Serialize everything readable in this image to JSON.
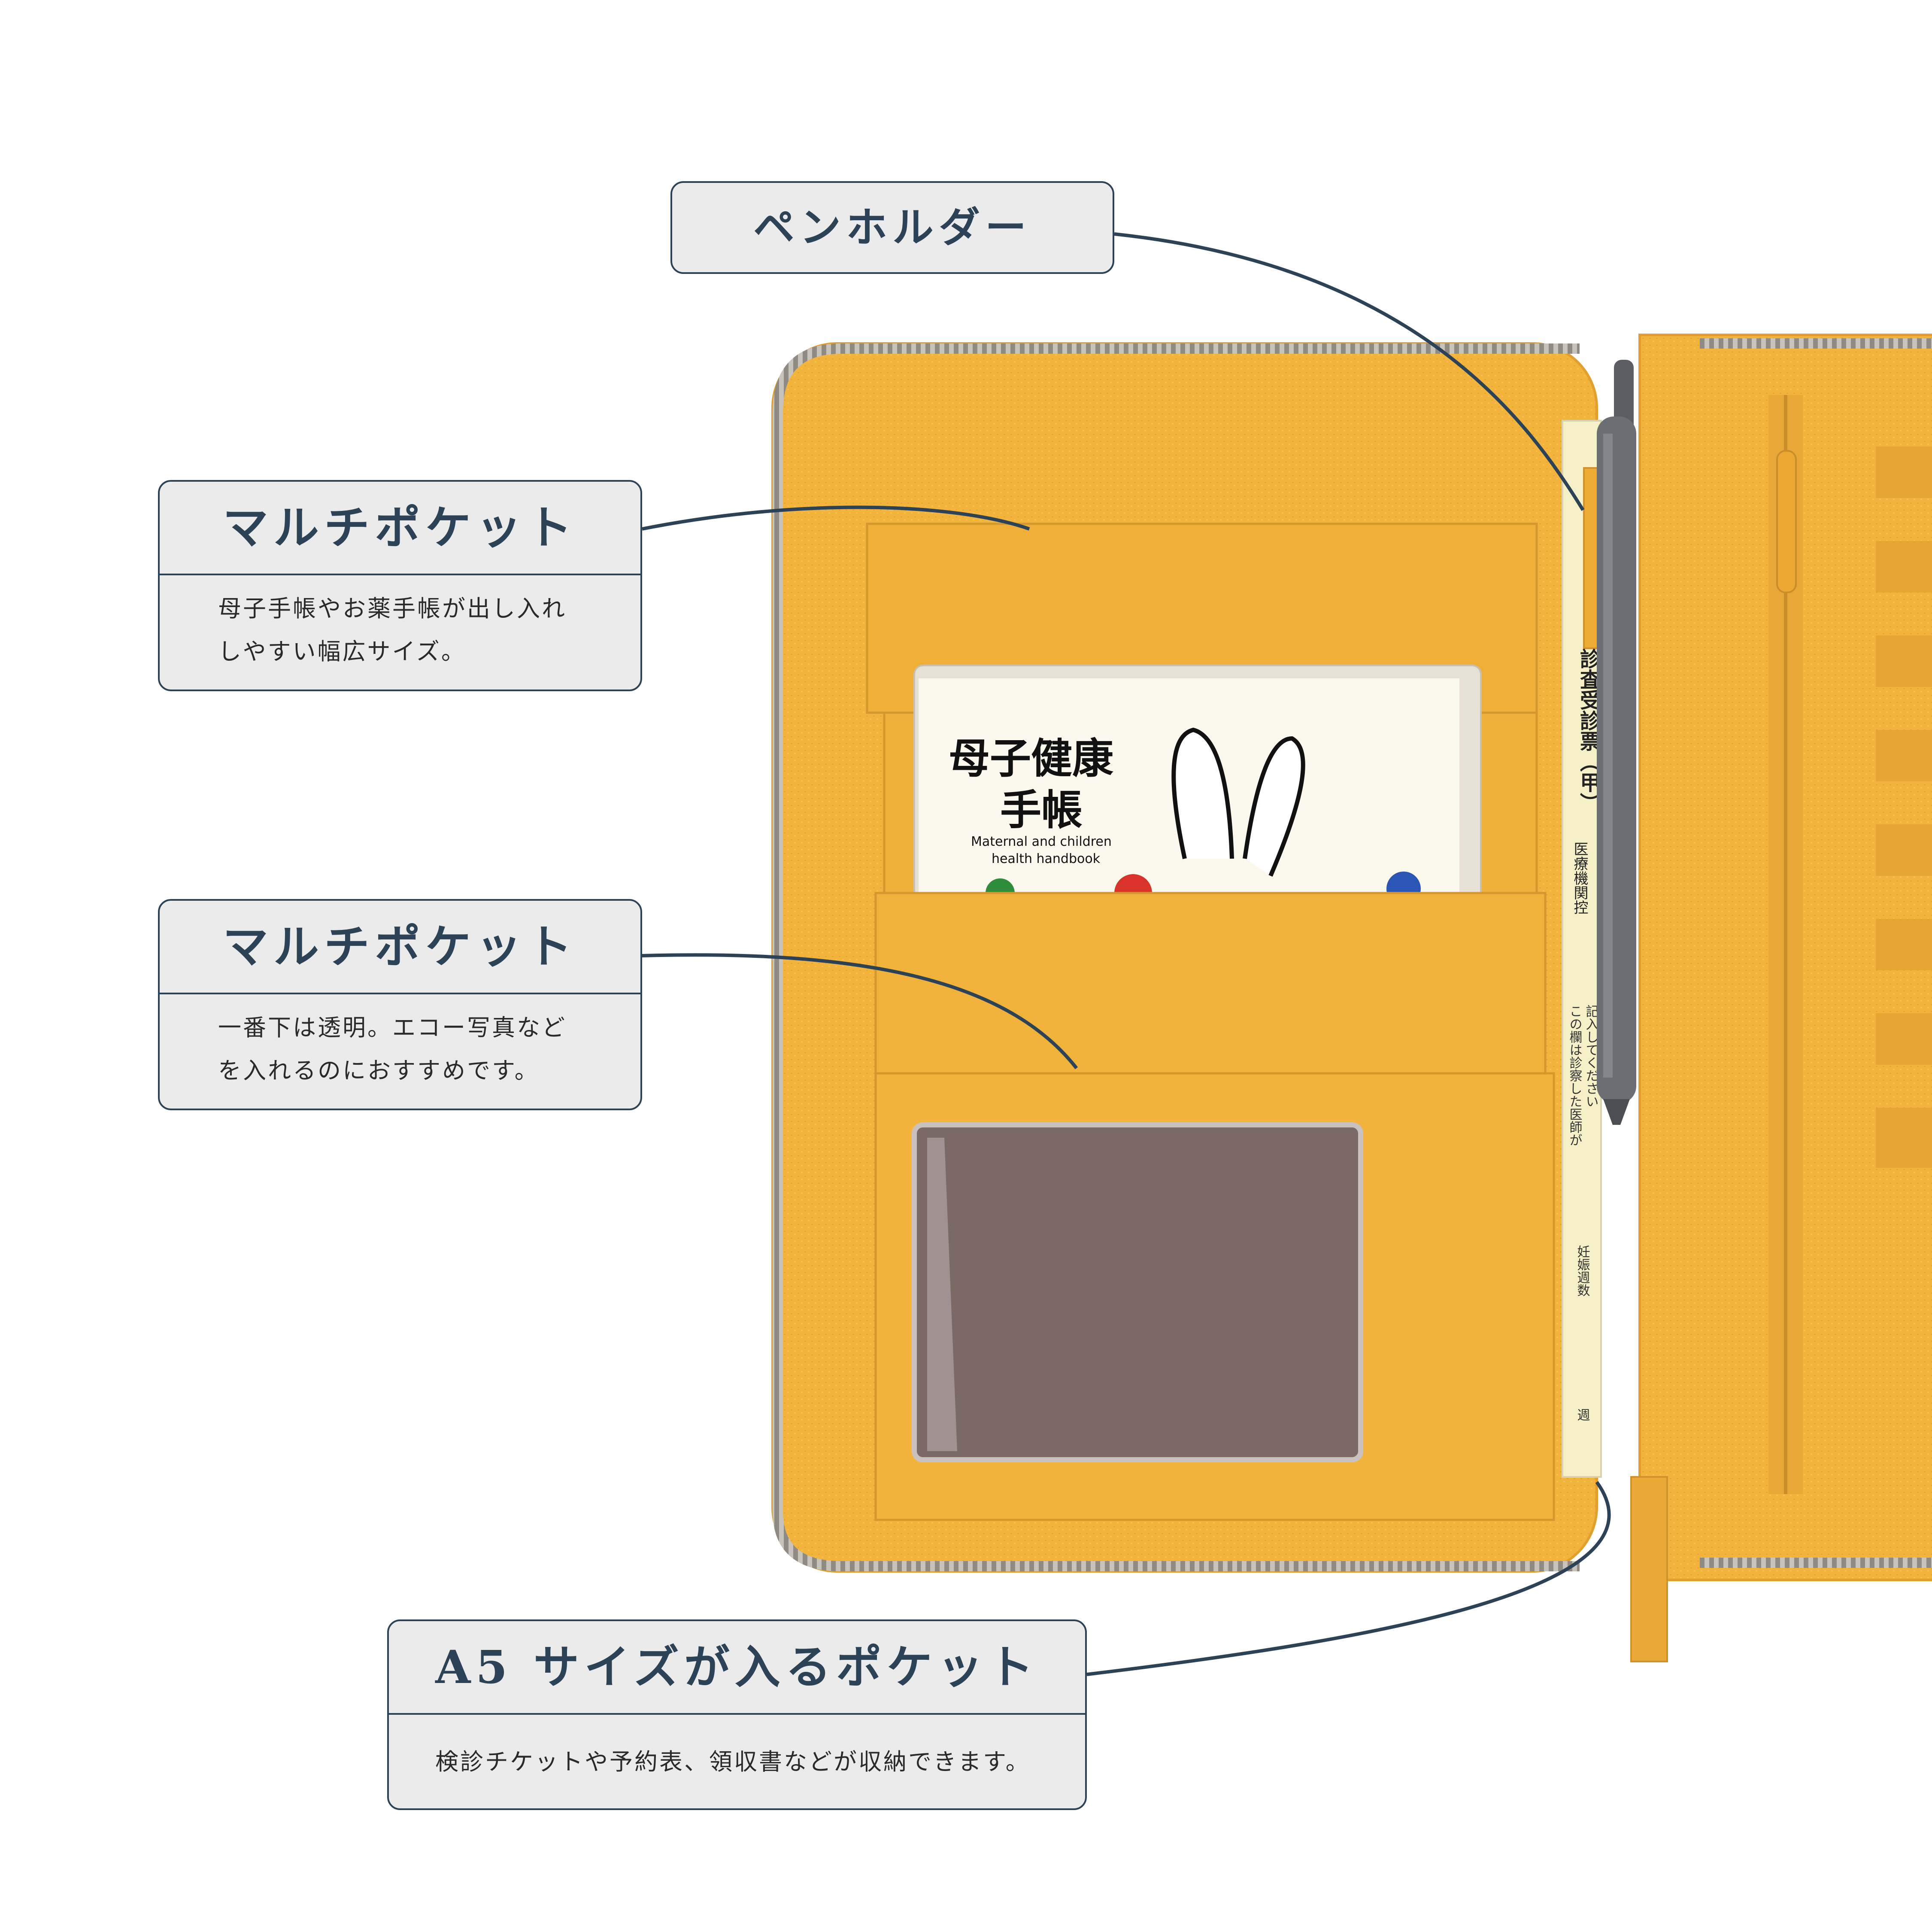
{
  "callouts": {
    "pen_holder": {
      "title": "ペンホルダー"
    },
    "multi_pocket_top": {
      "title": "マルチポケット",
      "desc_line1": "母子手帳やお薬手帳が出し入れ",
      "desc_line2": "しやすい幅広サイズ。"
    },
    "multi_pocket_bottom": {
      "title": "マルチポケット",
      "desc_line1": "一番下は透明。エコー写真など",
      "desc_line2": "を入れるのにおすすめです。"
    },
    "a5_pocket": {
      "title": "A5 サイズが入るポケット",
      "desc": "検診チケットや予約表、領収書などが収納できます。"
    }
  },
  "handbook": {
    "title_line1": "母子健康",
    "title_line2": "手帳",
    "subtitle_line1": "Maternal and children",
    "subtitle_line2": "health handbook"
  },
  "ticket": {
    "heading": "診査受診票（甲）",
    "label1": "医療機関控",
    "label2": "この欄は診察した医師が",
    "label3": "記入してください",
    "label4": "妊娠週数",
    "label5": "週"
  },
  "colors": {
    "leather": "#f2b43c",
    "leather_dark": "#e3a12b",
    "callout_border": "#2b4257",
    "callout_bg": "#ebebeb",
    "window": "#7b6966",
    "pen": "#6b6e73"
  }
}
